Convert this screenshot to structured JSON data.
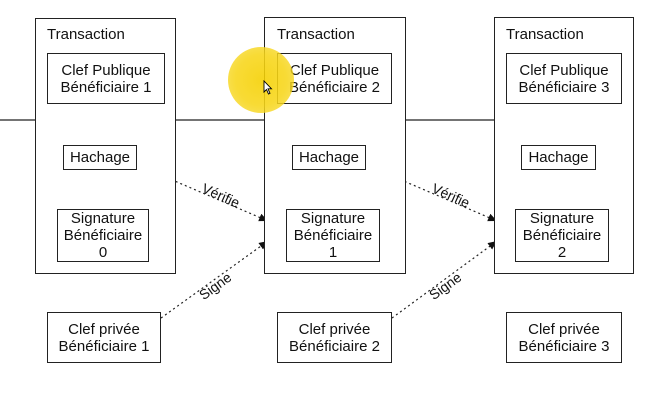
{
  "transactions": [
    {
      "title": "Transaction",
      "pubkey_line1": "Clef Publique",
      "pubkey_line2": "Bénéficiaire 1",
      "hash": "Hachage",
      "sig_line1": "Signature",
      "sig_line2": "Bénéficiaire",
      "sig_line3": "0"
    },
    {
      "title": "Transaction",
      "pubkey_line1": "Clef Publique",
      "pubkey_line2": "Bénéficiaire 2",
      "hash": "Hachage",
      "sig_line1": "Signature",
      "sig_line2": "Bénéficiaire",
      "sig_line3": "1"
    },
    {
      "title": "Transaction",
      "pubkey_line1": "Clef Publique",
      "pubkey_line2": "Bénéficiaire 3",
      "hash": "Hachage",
      "sig_line1": "Signature",
      "sig_line2": "Bénéficiaire",
      "sig_line3": "2"
    }
  ],
  "private_keys": [
    {
      "line1": "Clef privée",
      "line2": "Bénéficiaire 1"
    },
    {
      "line1": "Clef privée",
      "line2": "Bénéficiaire 2"
    },
    {
      "line1": "Clef privée",
      "line2": "Bénéficiaire 3"
    }
  ],
  "labels": {
    "verify": "Vérifie",
    "sign": "Signe"
  },
  "colors": {
    "stroke": "#222222",
    "highlight": "#f5d000"
  }
}
